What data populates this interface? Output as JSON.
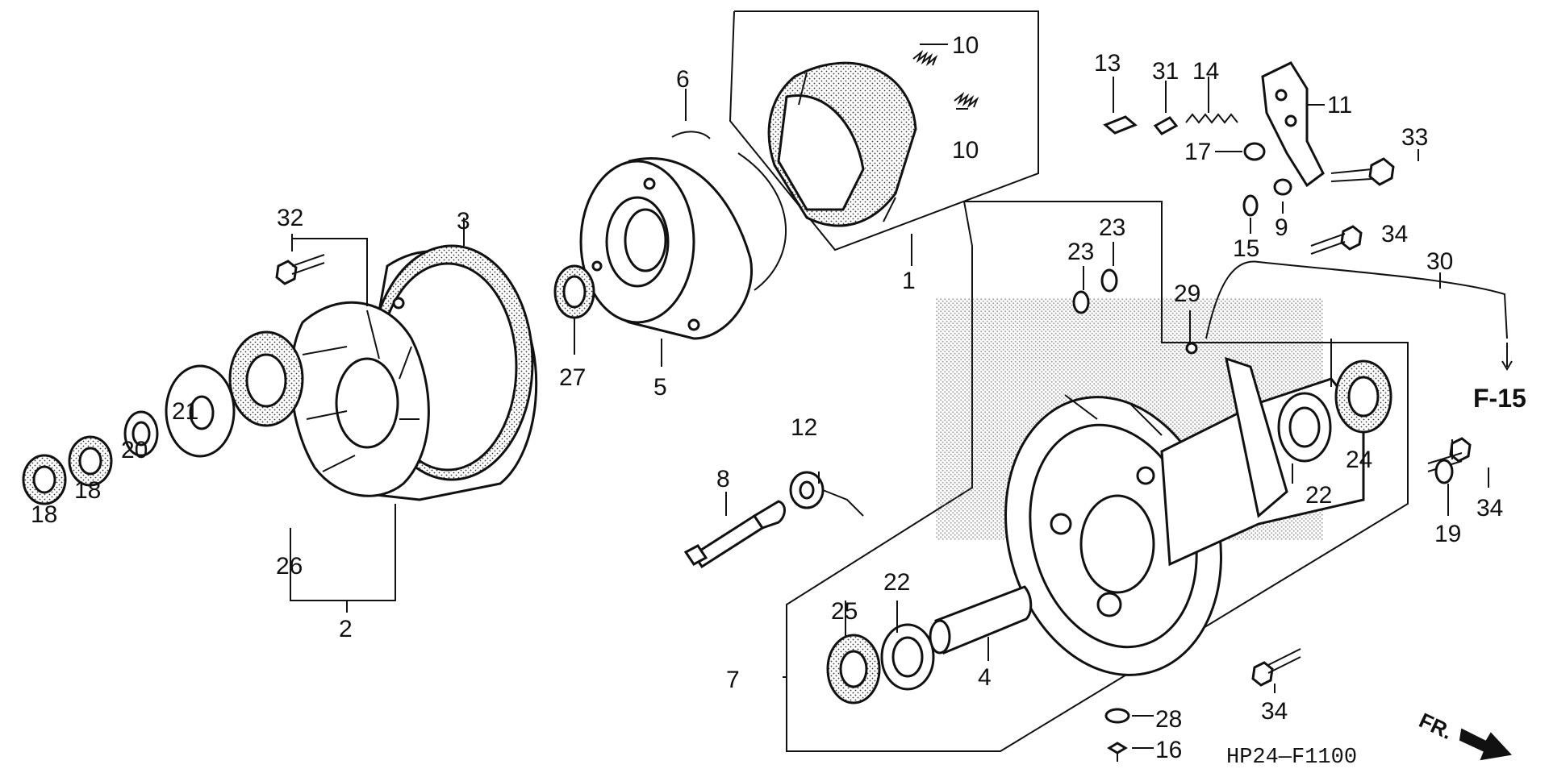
{
  "diagram": {
    "code": "HP24—F1100",
    "ref_label": "F-15",
    "direction_label": "FR.",
    "callouts": {
      "c1": "1",
      "c2": "2",
      "c3": "3",
      "c4": "4",
      "c5": "5",
      "c6": "6",
      "c7": "7",
      "c8": "8",
      "c9": "9",
      "c10a": "10",
      "c10b": "10",
      "c11": "11",
      "c12": "12",
      "c13": "13",
      "c14": "14",
      "c15": "15",
      "c16": "16",
      "c17": "17",
      "c18a": "18",
      "c18b": "18",
      "c19": "19",
      "c20": "20",
      "c21": "21",
      "c22a": "22",
      "c22b": "22",
      "c23a": "23",
      "c23b": "23",
      "c24": "24",
      "c25": "25",
      "c26": "26",
      "c27": "27",
      "c28": "28",
      "c29": "29",
      "c30": "30",
      "c31": "31",
      "c32": "32",
      "c33": "33",
      "c34a": "34",
      "c34b": "34",
      "c34c": "34"
    }
  }
}
